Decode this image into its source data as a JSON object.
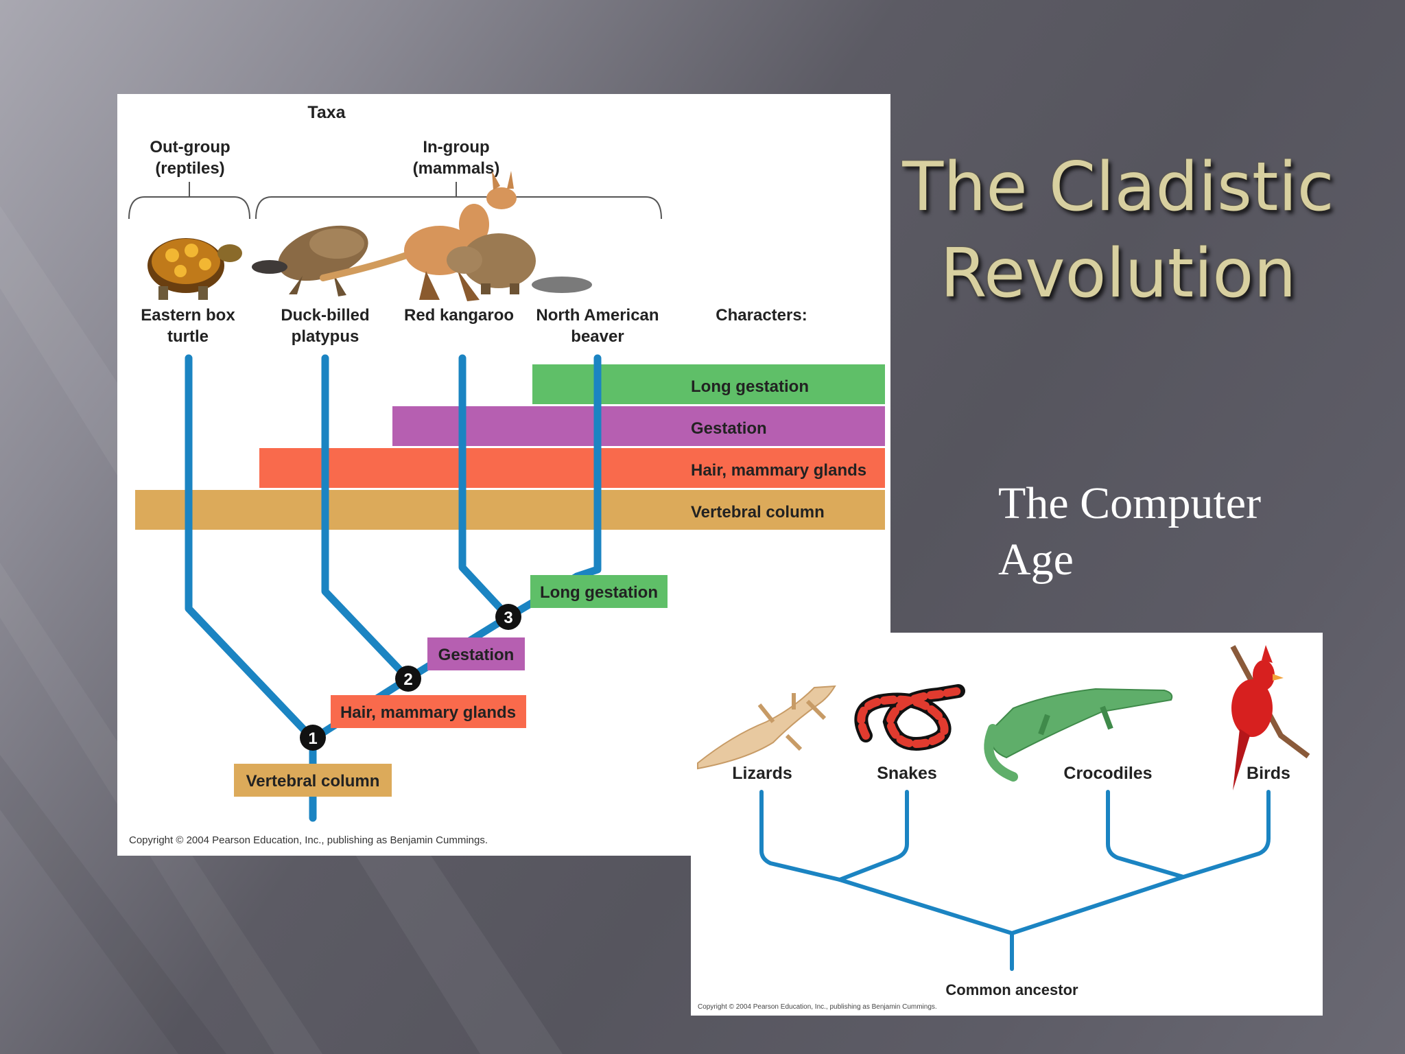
{
  "slide": {
    "title_line1": "The Cladistic",
    "title_line2": "Revolution",
    "subtitle_line1": "The Computer",
    "subtitle_line2": "Age"
  },
  "cladogram": {
    "heading": "Taxa",
    "outgroup_line1": "Out-group",
    "outgroup_line2": "(reptiles)",
    "ingroup_line1": "In-group",
    "ingroup_line2": "(mammals)",
    "characters_heading": "Characters:",
    "taxa": [
      {
        "line1": "Eastern box",
        "line2": "turtle",
        "icon": "turtle-icon"
      },
      {
        "line1": "Duck-billed",
        "line2": "platypus",
        "icon": "platypus-icon"
      },
      {
        "line1": "Red kangaroo",
        "line2": "",
        "icon": "kangaroo-icon"
      },
      {
        "line1": "North American",
        "line2": "beaver",
        "icon": "beaver-icon"
      }
    ],
    "character_bars": [
      {
        "label": "Long gestation",
        "color": "#5fbf68"
      },
      {
        "label": "Gestation",
        "color": "#b65fb1"
      },
      {
        "label": "Hair, mammary glands",
        "color": "#f96a4c"
      },
      {
        "label": "Vertebral column",
        "color": "#dcaa5a"
      }
    ],
    "node_labels": {
      "vertebral": "Vertebral column",
      "hair": "Hair, mammary glands",
      "gestation": "Gestation",
      "long_gestation": "Long gestation"
    },
    "nodes": [
      "1",
      "2",
      "3"
    ],
    "branch_color": "#1b84c2",
    "copyright": "Copyright © 2004 Pearson Education, Inc., publishing as Benjamin Cummings."
  },
  "reptiles": {
    "taxa": [
      "Lizards",
      "Snakes",
      "Crocodiles",
      "Birds"
    ],
    "icons": [
      "lizard-icon",
      "snake-icon",
      "crocodile-icon",
      "cardinal-icon"
    ],
    "root_label": "Common ancestor",
    "branch_color": "#1b84c2",
    "copyright": "Copyright © 2004 Pearson Education, Inc., publishing as Benjamin Cummings."
  }
}
